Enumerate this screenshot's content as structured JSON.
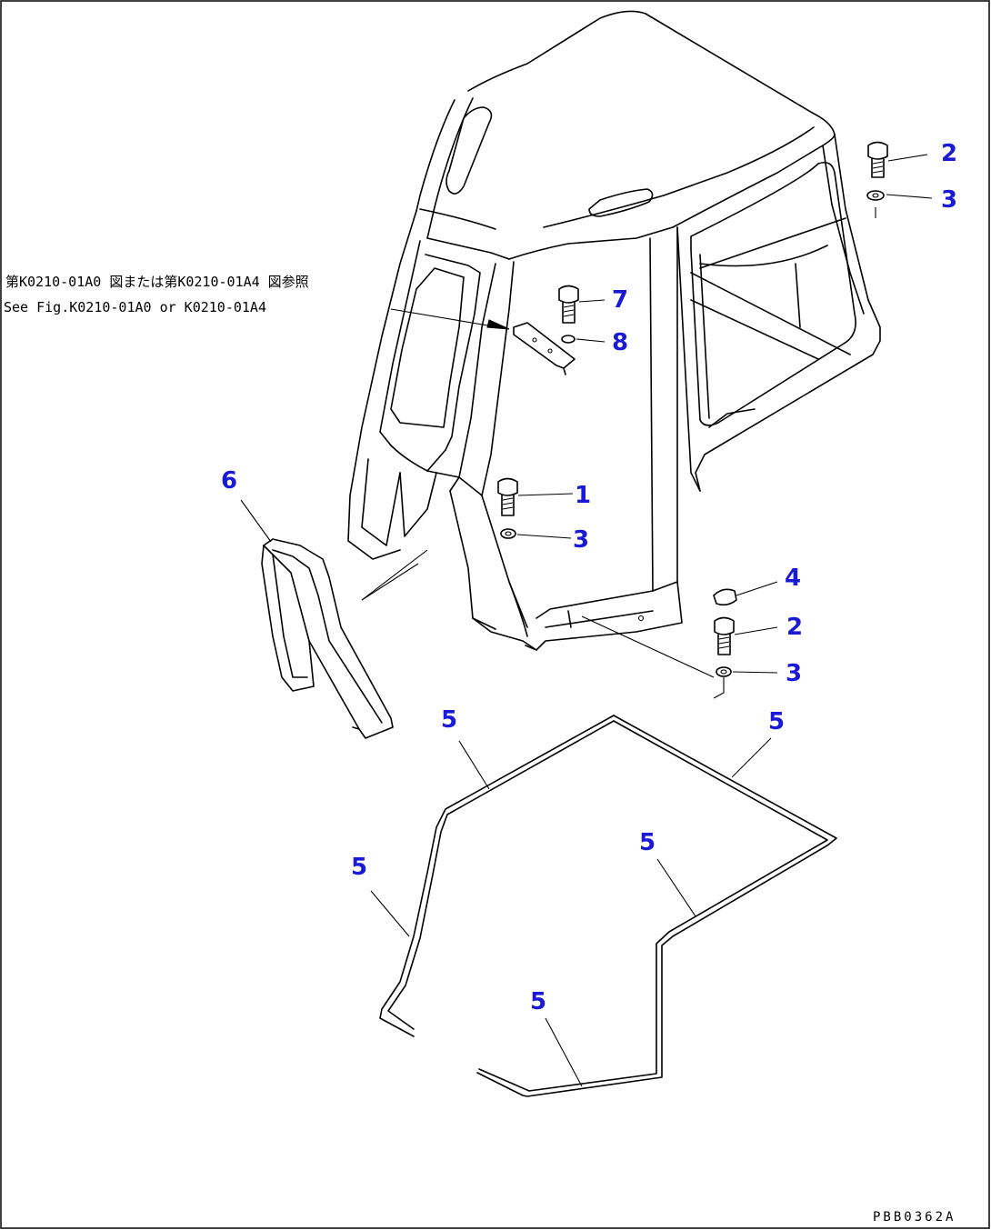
{
  "reference_note": {
    "line1": "第K0210-01A0 図または第K0210-01A4 図参照",
    "line2": "See Fig.K0210-01A0 or K0210-01A4"
  },
  "callouts": [
    {
      "id": "callout-1",
      "label": "1"
    },
    {
      "id": "callout-2-top",
      "label": "2"
    },
    {
      "id": "callout-3-top",
      "label": "3"
    },
    {
      "id": "callout-7",
      "label": "7"
    },
    {
      "id": "callout-8",
      "label": "8"
    },
    {
      "id": "callout-3-mid",
      "label": "3"
    },
    {
      "id": "callout-4",
      "label": "4"
    },
    {
      "id": "callout-2-low",
      "label": "2"
    },
    {
      "id": "callout-3-low",
      "label": "3"
    },
    {
      "id": "callout-6",
      "label": "6"
    },
    {
      "id": "callout-5-a",
      "label": "5"
    },
    {
      "id": "callout-5-b",
      "label": "5"
    },
    {
      "id": "callout-5-c",
      "label": "5"
    },
    {
      "id": "callout-5-d",
      "label": "5"
    },
    {
      "id": "callout-5-e",
      "label": "5"
    }
  ],
  "drawing_code": "PBB0362A",
  "colors": {
    "callout": "#1a1ad6",
    "line": "#000000"
  }
}
